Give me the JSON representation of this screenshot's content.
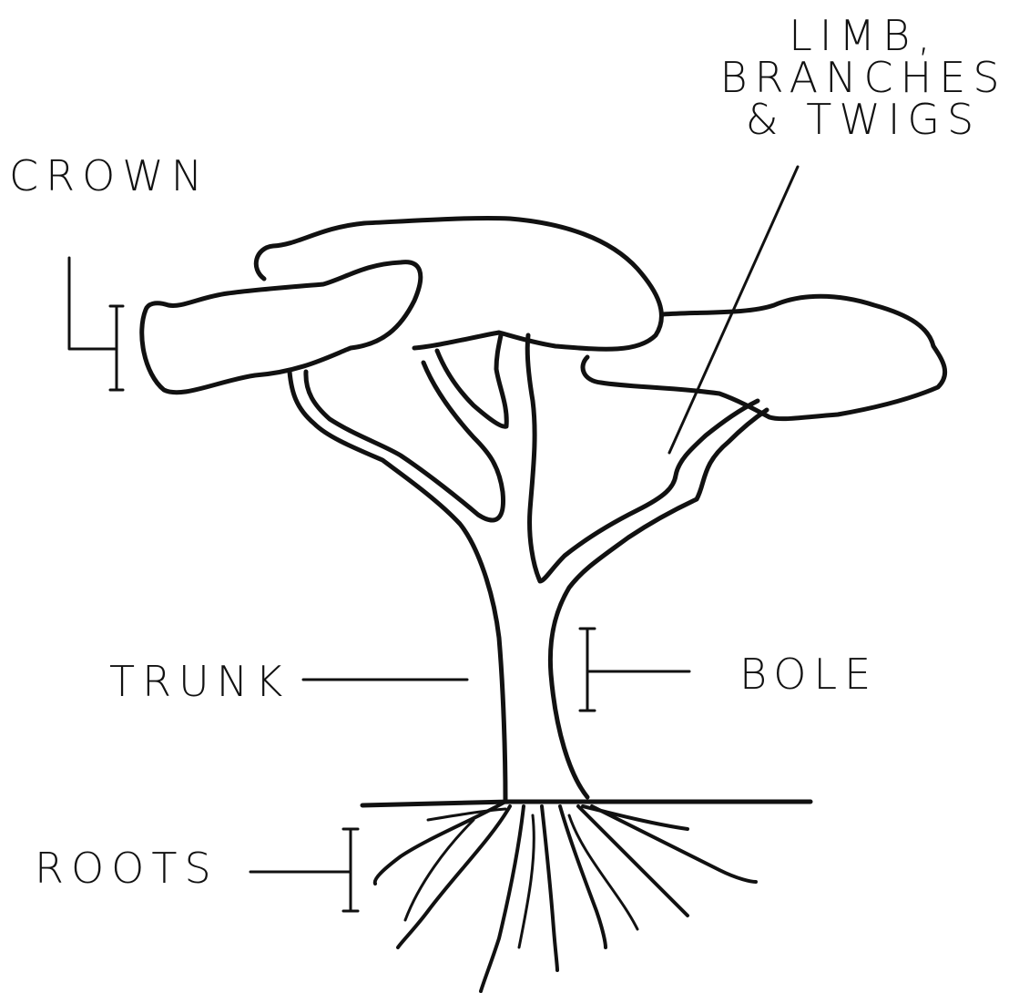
{
  "labels": {
    "crown": "CROWN",
    "limb_lines": [
      "LIMB,",
      "BRANCHES",
      "& TWIGS"
    ],
    "trunk": "TRUNK",
    "bole": "BOLE",
    "roots": "ROOTS"
  },
  "colors": {
    "ink": "#111111",
    "background": "#ffffff"
  }
}
